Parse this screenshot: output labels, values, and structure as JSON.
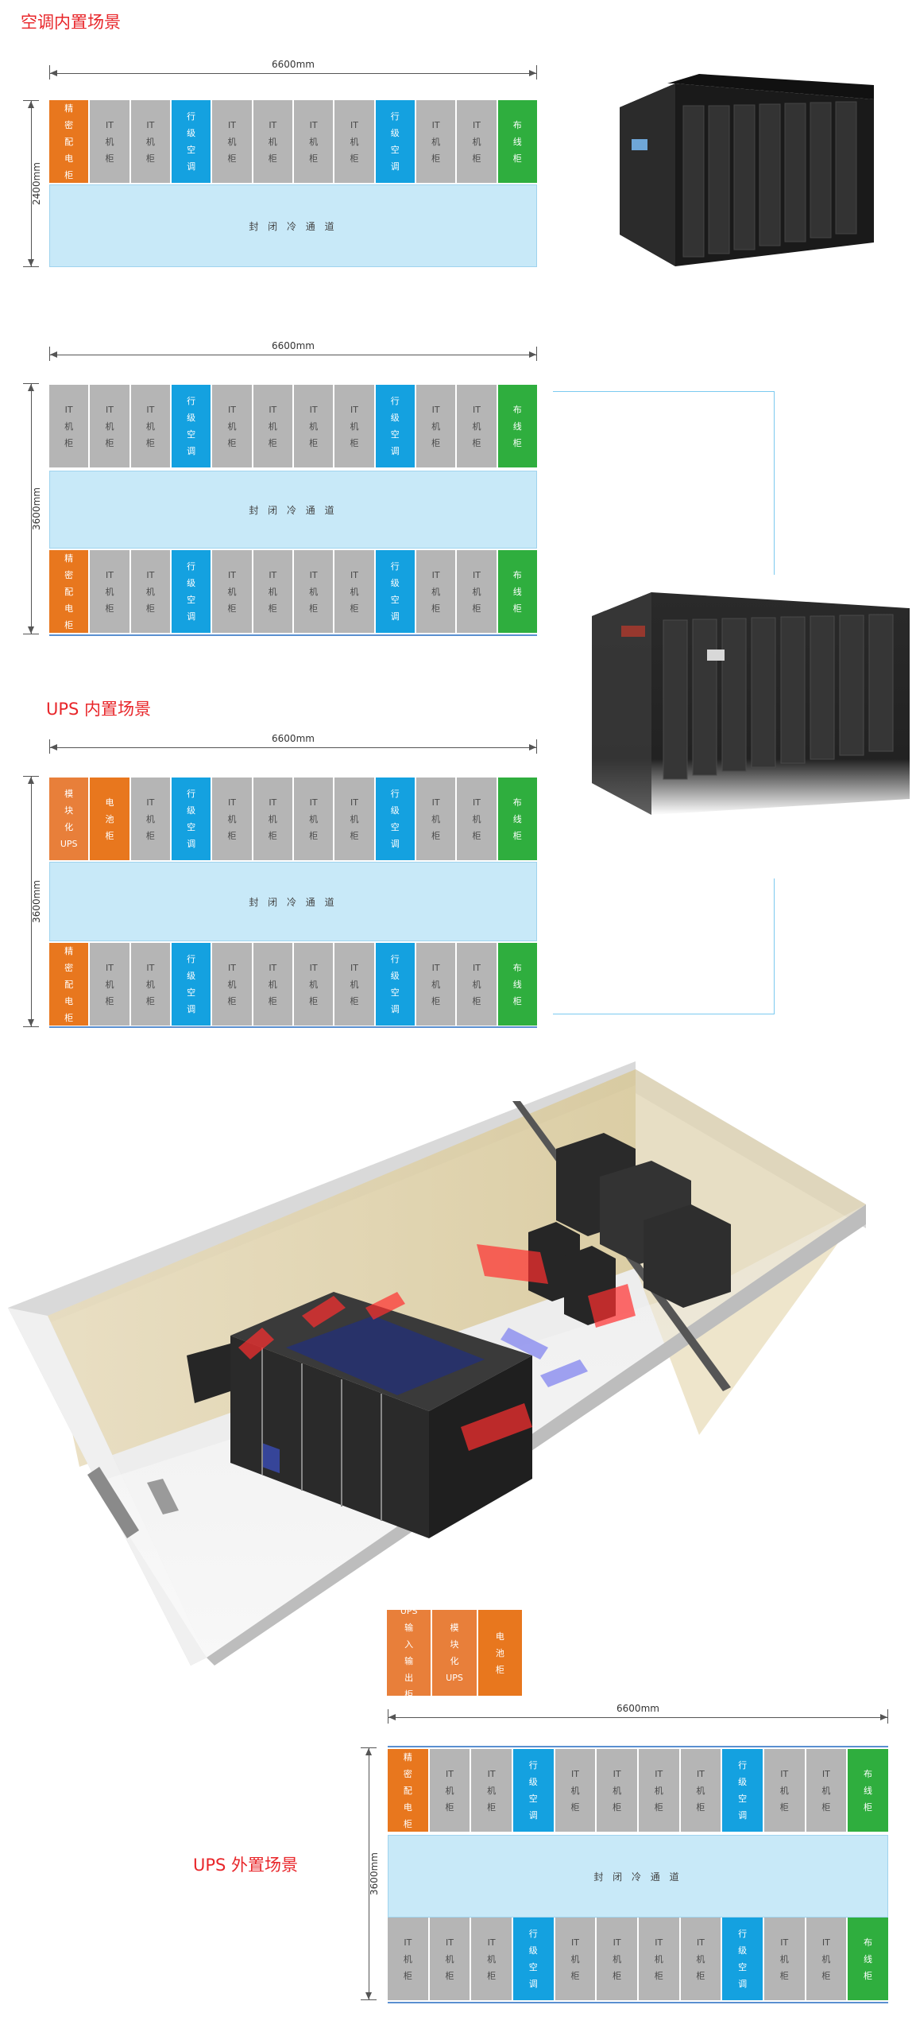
{
  "titles": {
    "ac_builtin": "空调内置场景",
    "ups_builtin": "UPS 内置场景",
    "ups_external": "UPS 外置场景"
  },
  "dims": {
    "width": "6600mm",
    "h2400": "2400mm",
    "h3600": "3600mm"
  },
  "aisle_label": "封 闭 冷 通 道",
  "rack_labels": {
    "pdu": [
      "精",
      "密",
      "配",
      "电",
      "柜"
    ],
    "it": [
      "IT",
      "机",
      "柜"
    ],
    "ac": [
      "行",
      "级",
      "空",
      "调"
    ],
    "cable": [
      "布",
      "线",
      "柜"
    ],
    "ups": [
      "模",
      "块",
      "化",
      "UPS"
    ],
    "battery": [
      "电",
      "池",
      "柜"
    ],
    "ups_io": [
      "UPS",
      "输",
      "入",
      "输",
      "出",
      "柜"
    ]
  },
  "colors": {
    "it": "#b5b5b5",
    "pdu": "#e8771e",
    "ac": "#14a1e0",
    "cable": "#2fae3e",
    "aisle": "#c8e9f8",
    "title": "#e8262a"
  },
  "rows": {
    "std": [
      "pdu",
      "it",
      "it",
      "ac",
      "it",
      "it",
      "it",
      "it",
      "ac",
      "it",
      "it",
      "cable"
    ],
    "top3600": [
      "it",
      "it",
      "it",
      "ac",
      "it",
      "it",
      "it",
      "it",
      "ac",
      "it",
      "it",
      "cable"
    ],
    "ups_top": [
      "ups",
      "battery",
      "it",
      "ac",
      "it",
      "it",
      "it",
      "it",
      "ac",
      "it",
      "it",
      "cable"
    ],
    "ups_ext_stack": [
      "ups_io",
      "ups",
      "battery"
    ],
    "ext_bottom": [
      "it",
      "it",
      "it",
      "ac",
      "it",
      "it",
      "it",
      "it",
      "ac",
      "it",
      "it",
      "cable"
    ]
  }
}
